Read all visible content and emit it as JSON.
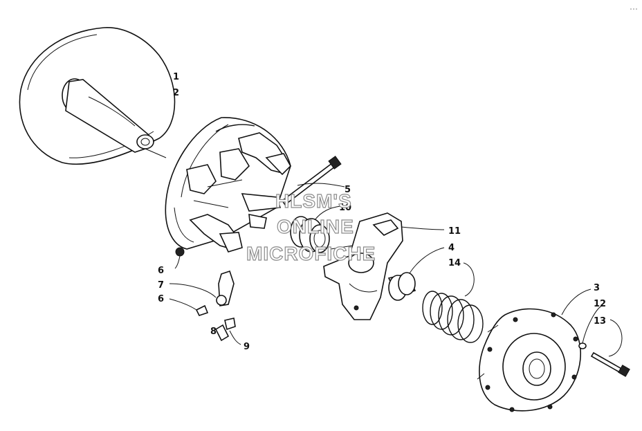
{
  "callouts": [
    {
      "id": "c1",
      "text": "1"
    },
    {
      "id": "c2",
      "text": "2"
    },
    {
      "id": "c3",
      "text": "3"
    },
    {
      "id": "c4",
      "text": "4"
    },
    {
      "id": "c5",
      "text": "5"
    },
    {
      "id": "c6a",
      "text": "6"
    },
    {
      "id": "c6b",
      "text": "6"
    },
    {
      "id": "c7",
      "text": "7"
    },
    {
      "id": "c8",
      "text": "8"
    },
    {
      "id": "c9",
      "text": "9"
    },
    {
      "id": "c10",
      "text": "10"
    },
    {
      "id": "c11",
      "text": "11"
    },
    {
      "id": "c12",
      "text": "12"
    },
    {
      "id": "c13",
      "text": "13"
    },
    {
      "id": "c14",
      "text": "14"
    }
  ],
  "watermark": [
    "HLSM'S",
    "ONLINE",
    "MICROFICHE"
  ]
}
